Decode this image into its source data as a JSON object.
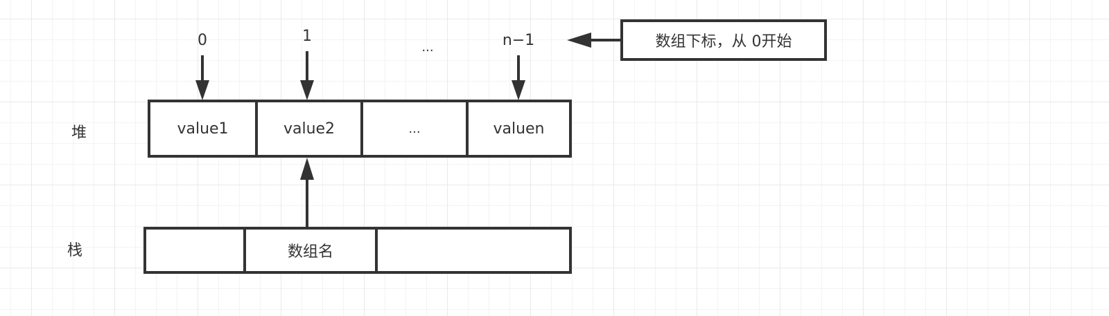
{
  "diagram": {
    "row_labels": {
      "heap": "堆",
      "stack": "栈"
    },
    "indices": [
      "0",
      "1",
      "...",
      "n−1"
    ],
    "heap_cells": [
      "value1",
      "value2",
      "...",
      "valuen"
    ],
    "stack_cells": [
      "",
      "数组名",
      ""
    ],
    "note": "数组下标，从 0开始",
    "colors": {
      "stroke": "#333333",
      "grid_major": "#e9e9e9",
      "grid_minor": "#f3f3f3",
      "background": "#ffffff"
    }
  }
}
